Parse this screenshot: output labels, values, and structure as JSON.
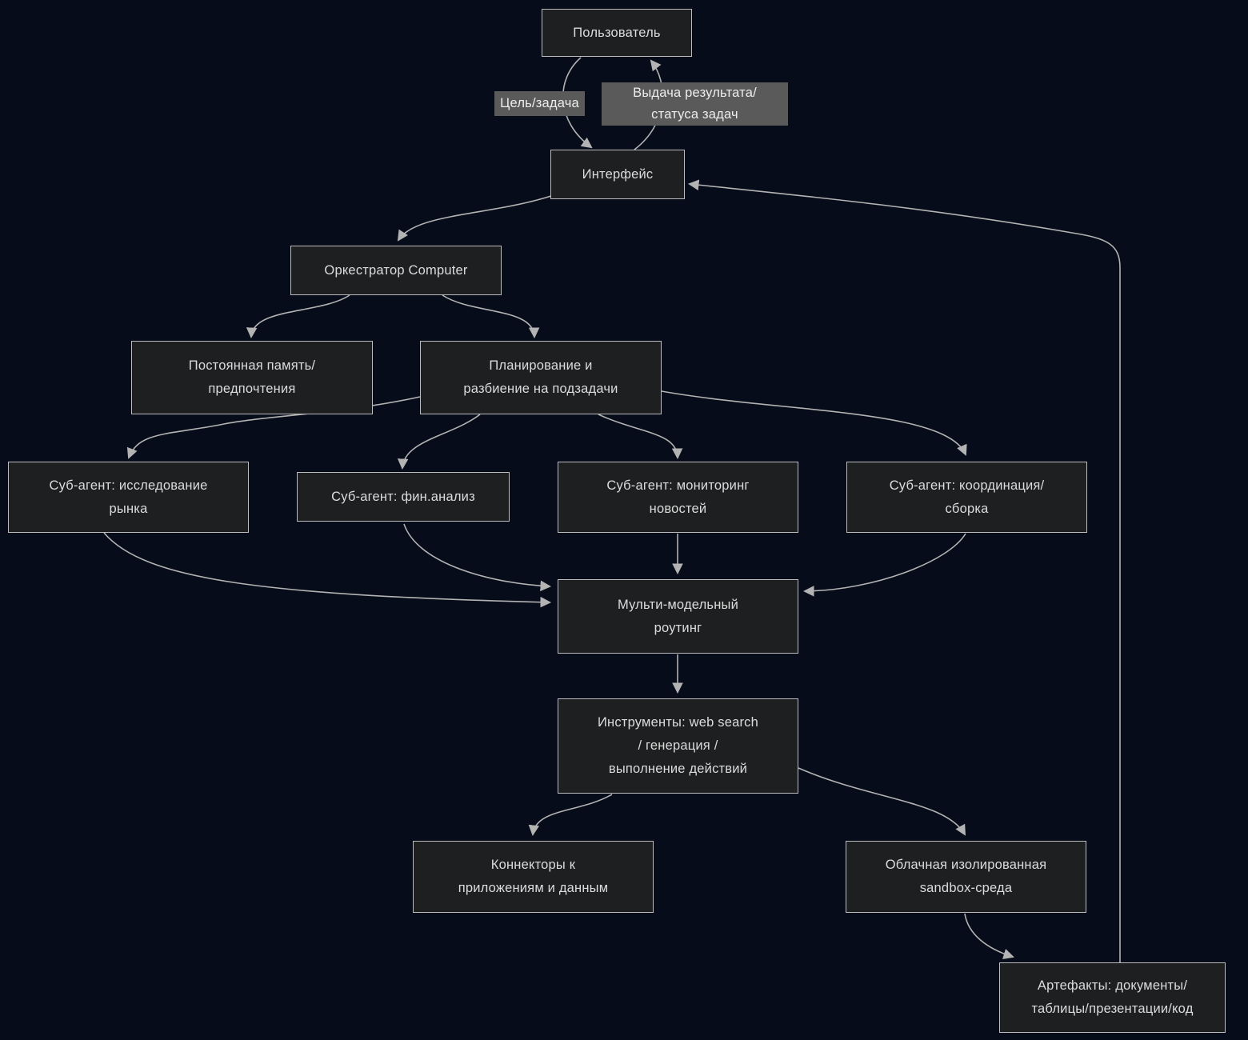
{
  "diagram": {
    "title": "",
    "nodes": {
      "user": {
        "label": "Пользователь"
      },
      "interface": {
        "label": "Интерфейс"
      },
      "orchestrator": {
        "label": "Оркестратор Computer"
      },
      "memory": {
        "label": "Постоянная память/\nпредпочтения"
      },
      "planning": {
        "label": "Планирование и\nразбиение на подзадачи"
      },
      "agent_market": {
        "label": "Суб-агент: исследование\nрынка"
      },
      "agent_fin": {
        "label": "Суб-агент: фин.анализ"
      },
      "agent_news": {
        "label": "Суб-агент: мониторинг\nновостей"
      },
      "agent_coord": {
        "label": "Суб-агент: координация/\nсборка"
      },
      "routing": {
        "label": "Мульти-модельный\nроутинг"
      },
      "tools": {
        "label": "Инструменты: web search\n/ генерация /\nвыполнение действий"
      },
      "connectors": {
        "label": "Коннекторы к\nприложениям и данным"
      },
      "sandbox": {
        "label": "Облачная изолированная\nsandbox-среда"
      },
      "artifacts": {
        "label": "Артефакты: документы/\nтаблицы/презентации/код"
      }
    },
    "edge_labels": {
      "goal": {
        "label": "Цель/задача"
      },
      "result": {
        "label": "Выдача результата/\nстатуса задач"
      }
    },
    "colors": {
      "background": "#070c1b",
      "node_fill": "#1e1f20",
      "node_border": "#bcbcbe",
      "node_text": "#dcdcdc",
      "edge": "#b3b3b3",
      "edge_label_bg": "#5a5a5a",
      "edge_label_text": "#ededed"
    }
  }
}
